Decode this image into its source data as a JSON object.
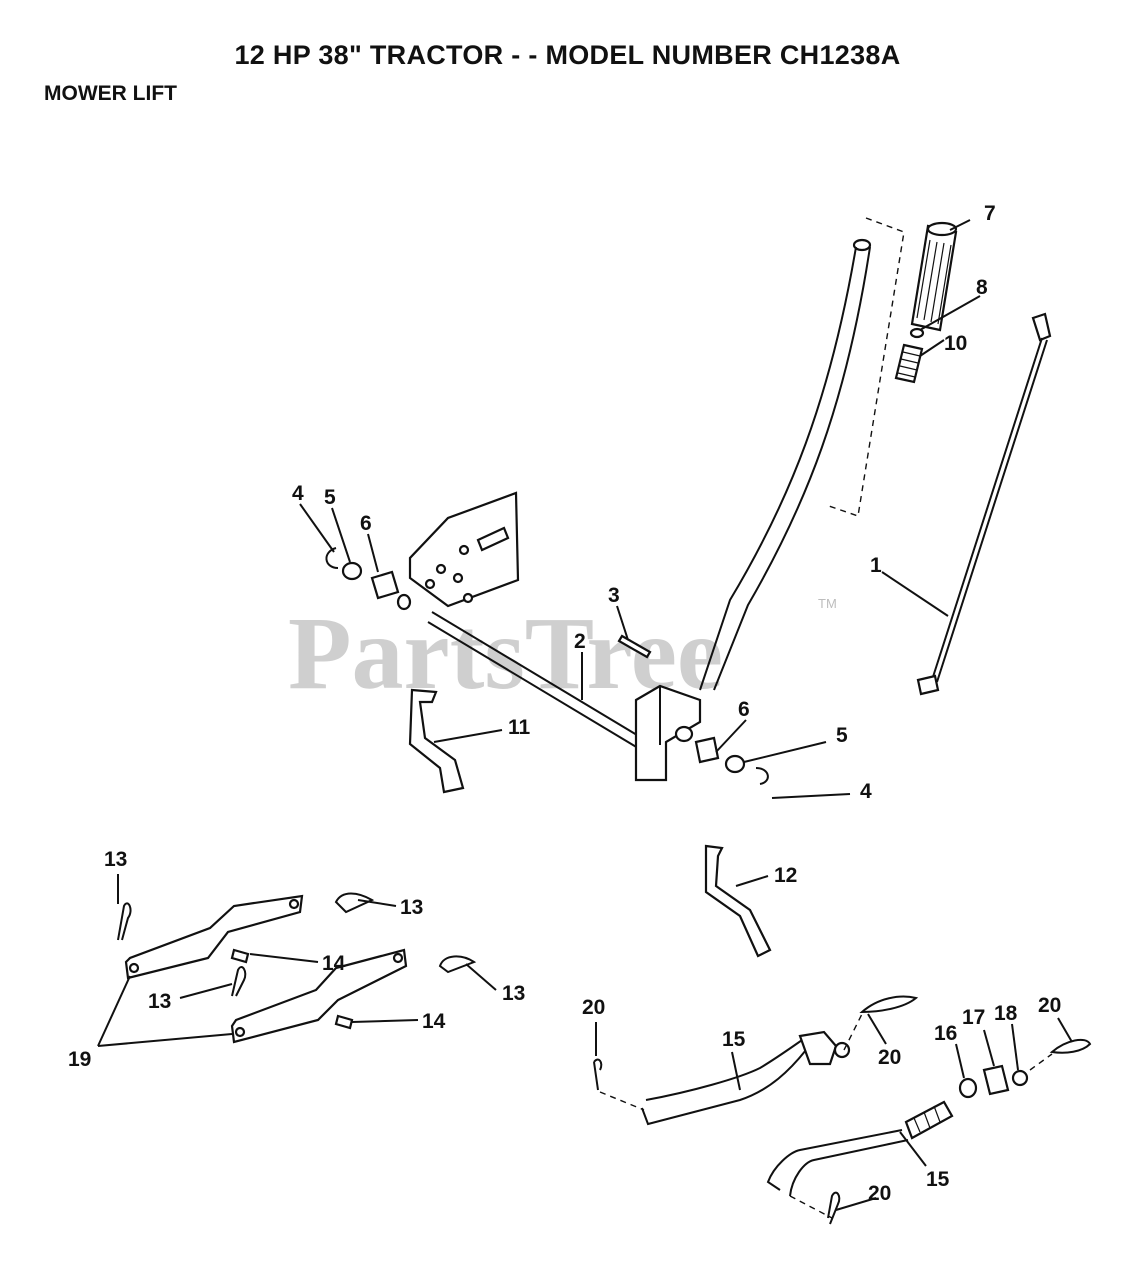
{
  "title": "12 HP 38\" TRACTOR - - MODEL NUMBER CH1238A",
  "subtitle": "MOWER LIFT",
  "watermark": {
    "text": "PartsTree",
    "mark": "TM"
  },
  "callouts": {
    "c1": "1",
    "c2": "2",
    "c3": "3",
    "c4a": "4",
    "c5a": "5",
    "c6a": "6",
    "c6b": "6",
    "c5b": "5",
    "c4b": "4",
    "c7": "7",
    "c8": "8",
    "c10": "10",
    "c11": "11",
    "c12": "12",
    "c13a": "13",
    "c13b": "13",
    "c13c": "13",
    "c13d": "13",
    "c14a": "14",
    "c14b": "14",
    "c15a": "15",
    "c15b": "15",
    "c16": "16",
    "c17": "17",
    "c18": "18",
    "c19": "19",
    "c20a": "20",
    "c20b": "20",
    "c20c": "20",
    "c20d": "20"
  }
}
